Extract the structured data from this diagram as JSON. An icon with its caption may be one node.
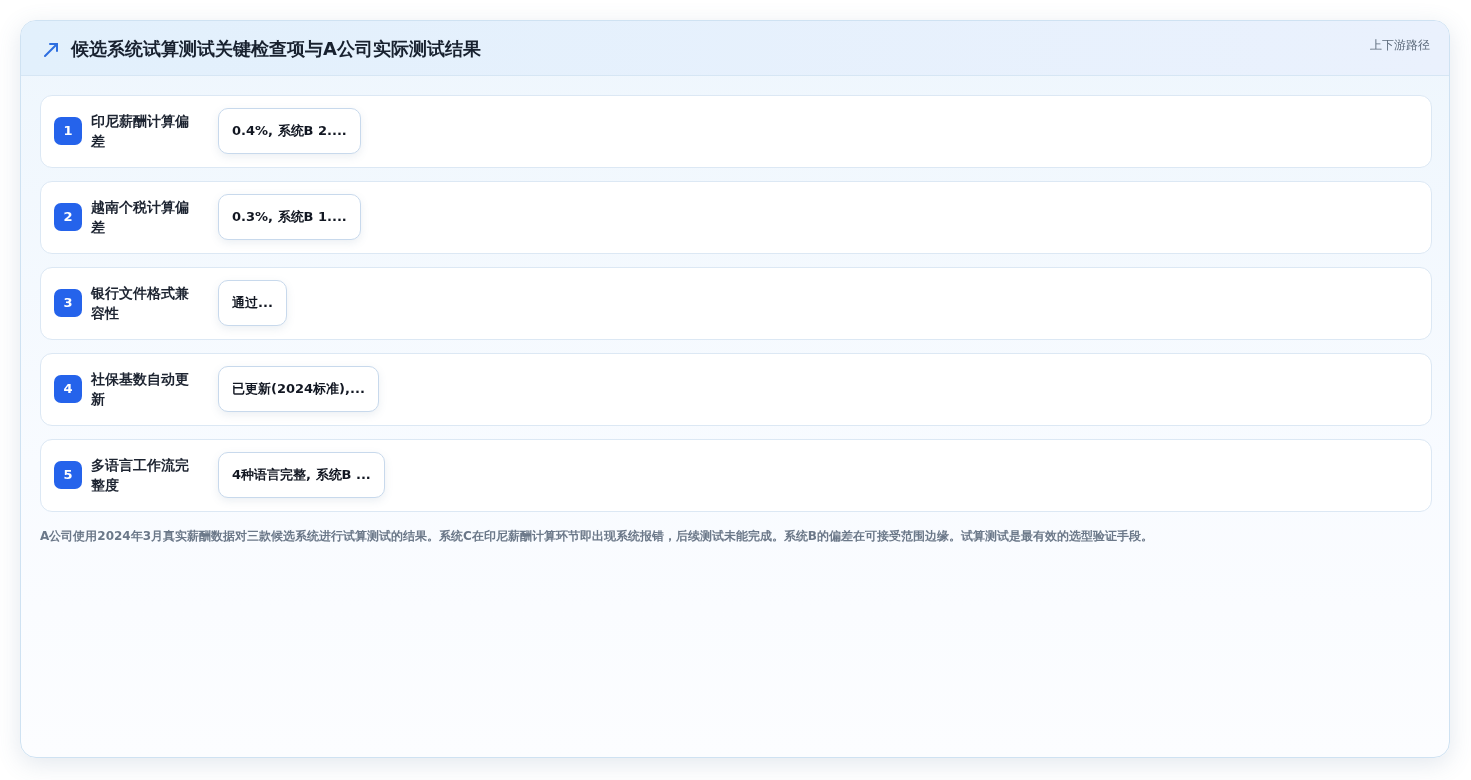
{
  "diagram": {
    "title": "候选系统试算测试关键检查项与A公司实际测试结果",
    "caption": "A公司使用2024年3月真实薪酬数据对三款候选系统进行试算测试的结果。系统C在印尼薪酬计算环节即出现系统报错，后续测试未能完成。系统B的偏差在可接受范围边缘。试算测试是最有效的选型验证手段。",
    "nodes": [
      {
        "text": [
          "印尼薪酬计算偏差"
        ]
      },
      {
        "text": [
          "1"
        ],
        "in": 0
      },
      {
        "text": [
          "0.4%, 系统B 2...."
        ],
        "in": 0
      },
      {
        "text": [
          "越南个税计算偏差"
        ]
      },
      {
        "text": [
          "2"
        ],
        "in": 3
      },
      {
        "text": [
          "0.3%, 系统B 1...."
        ],
        "in": 3
      },
      {
        "text": [
          "银行文件格式兼容性"
        ]
      },
      {
        "text": [
          "3"
        ],
        "in": 6
      },
      {
        "text": [
          "通过..."
        ],
        "in": 6
      },
      {
        "text": [
          "社保基数自动更新"
        ]
      },
      {
        "text": [
          "4"
        ],
        "in": 9
      },
      {
        "text": [
          "已更新(2024标准),..."
        ],
        "in": 9
      },
      {
        "text": [
          "多语言工作流完整度"
        ]
      },
      {
        "text": [
          "5"
        ],
        "in": 12
      },
      {
        "text": [
          "4种语言完整, 系统B ..."
        ],
        "in": 12
      }
    ],
    "labels": [
      "上下游路径"
    ]
  }
}
